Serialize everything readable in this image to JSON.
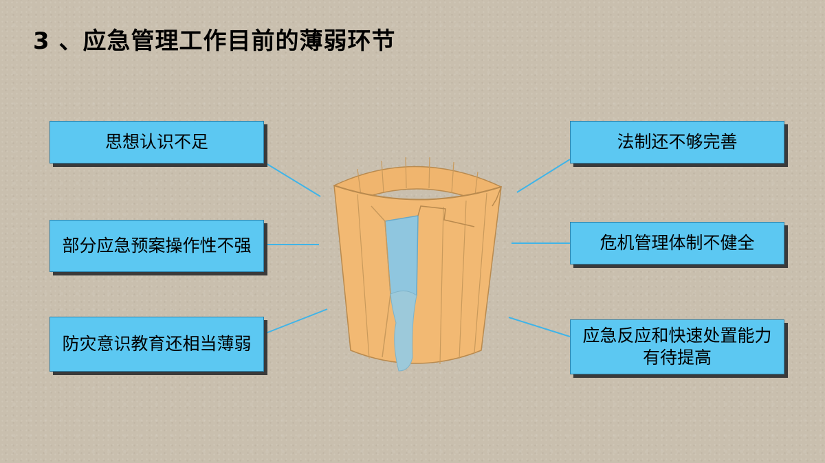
{
  "title": "3 、应急管理工作目前的薄弱环节",
  "colors": {
    "box_fill": "#5cc8f2",
    "box_shadow": "#3a3a3a",
    "connector": "#3fb4e8",
    "bucket_wood": "#f2b973",
    "water": "#8fc6df"
  },
  "left_items": [
    {
      "text": "思想认识不足"
    },
    {
      "text": "部分应急预案操作性不强"
    },
    {
      "text": "防灾意识教育还相当薄弱"
    }
  ],
  "right_items": [
    {
      "text": "法制还不够完善"
    },
    {
      "text": "危机管理体制不健全"
    },
    {
      "text": "应急反应和快速处置能力有待提高"
    }
  ]
}
